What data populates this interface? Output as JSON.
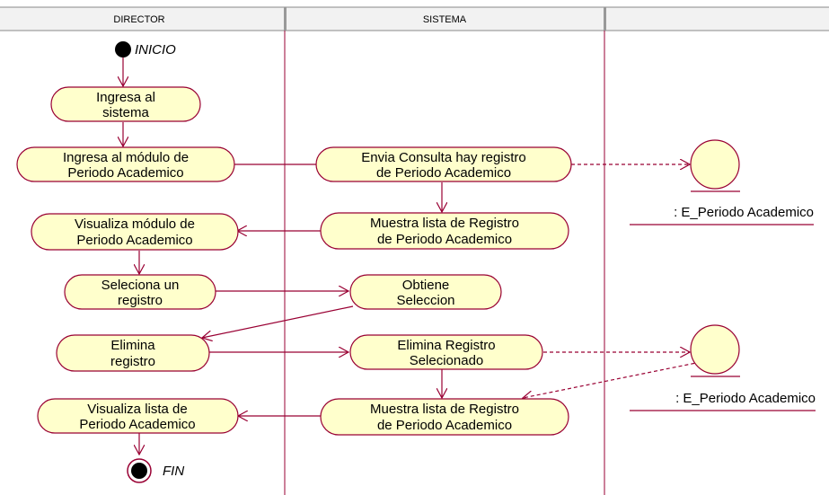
{
  "lanes": {
    "director": "DIRECTOR",
    "sistema": "SISTEMA",
    "third": ""
  },
  "start": {
    "label": "INICIO"
  },
  "end": {
    "label": "FIN"
  },
  "activities": {
    "ingresa_sistema": [
      "Ingresa al",
      "sistema"
    ],
    "ingresa_modulo": [
      "Ingresa al módulo  de",
      "Periodo Academico"
    ],
    "visualiza_modulo": [
      "Visualiza módulo de",
      "Periodo Academico"
    ],
    "selecciona_registro": [
      "Seleciona un",
      "registro"
    ],
    "elimina_registro": [
      "Elimina",
      "registro"
    ],
    "visualiza_lista": [
      "Visualiza lista de",
      "Periodo Academico"
    ],
    "envia_consulta": [
      "Envia Consulta hay registro",
      "de Periodo Academico"
    ],
    "muestra_lista_1": [
      "Muestra lista de Registro",
      "de Periodo Academico"
    ],
    "obtiene_seleccion": [
      "Obtiene",
      "Seleccion"
    ],
    "elimina_seleccionado": [
      "Elimina Registro",
      "Selecionado"
    ],
    "muestra_lista_2": [
      "Muestra lista de Registro",
      "de Periodo Academico"
    ]
  },
  "entities": {
    "entity_1": ": E_Periodo Academico",
    "entity_2": ": E_Periodo Academico"
  },
  "colors": {
    "activity_fill": "#ffffcc",
    "line": "#990033",
    "header_fill": "#f2f2f2"
  }
}
